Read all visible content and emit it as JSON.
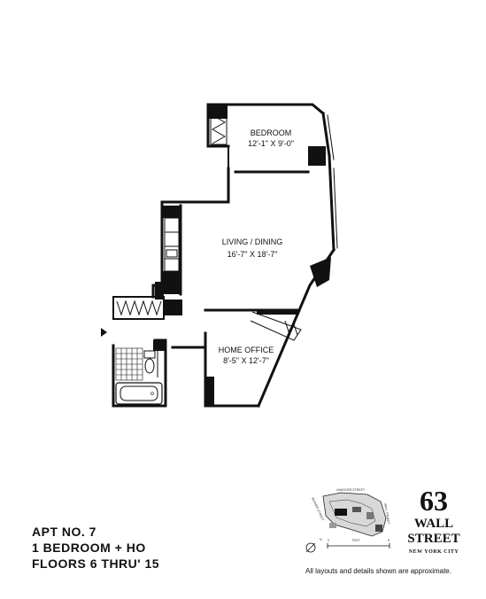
{
  "rooms": {
    "bedroom": {
      "name": "BEDROOM",
      "dims": "12'-1\" X 9'-0\""
    },
    "living": {
      "name": "LIVING / DINING",
      "dims": "16'-7\" X 18'-7\""
    },
    "office": {
      "name": "HOME OFFICE",
      "dims": "8'-5\" X 12'-7\""
    }
  },
  "apartment": {
    "number": "APT NO. 7",
    "type": "1 BEDROOM + HO",
    "floors": "FLOORS 6 THRU' 15"
  },
  "brand": {
    "number": "63",
    "line1": "WALL",
    "line2": "STREET",
    "city": "NEW YORK CITY"
  },
  "keyplan": {
    "street_top": "HANOVER STREET",
    "street_left": "BEAVER STREET",
    "street_right": "WALL STREET",
    "scale_zero": "0",
    "scale_unit": "FEET",
    "scale_max": "8",
    "compass": "N"
  },
  "disclaimer": "All layouts and details shown are approximate."
}
